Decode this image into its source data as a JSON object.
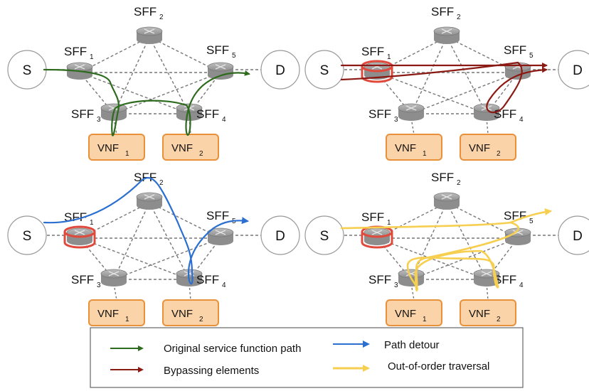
{
  "labels": {
    "source": "S",
    "destination": "D",
    "sff_prefix": "SFF",
    "vnf_prefix": "VNF",
    "sff_subscripts": [
      "1",
      "2",
      "3",
      "4",
      "5"
    ],
    "vnf_subscripts": [
      "1",
      "2"
    ]
  },
  "colors": {
    "original_path": "#2e6b1e",
    "bypass": "#8b1a14",
    "detour": "#2b6fd1",
    "out_of_order": "#f6cf50",
    "compromised_ring": "#e04a3c",
    "vnf_fill": "#fbd3a8",
    "vnf_border": "#e8913a",
    "router": "#a7a7a7"
  },
  "panels": [
    {
      "id": "original",
      "compromised_sff": "",
      "path": "original_path"
    },
    {
      "id": "bypass",
      "compromised_sff": "1",
      "path": "bypass"
    },
    {
      "id": "detour",
      "compromised_sff": "1",
      "path": "detour"
    },
    {
      "id": "out_of_order",
      "compromised_sff": "1",
      "path": "out_of_order"
    }
  ],
  "legend": {
    "original_path": "Original service function path",
    "bypass": "Bypassing elements",
    "detour": "Path detour",
    "out_of_order": "Out-of-order traversal"
  }
}
